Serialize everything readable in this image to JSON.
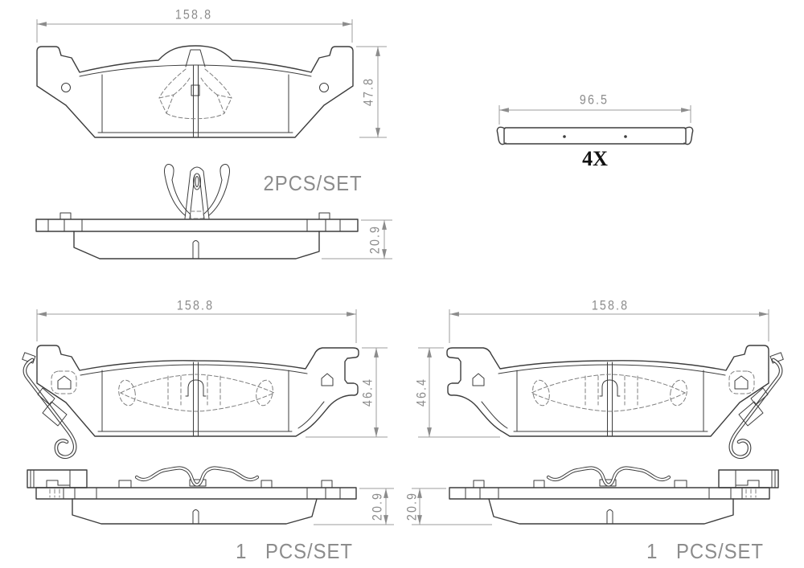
{
  "sheet": {
    "views": {
      "pad_assembly": {
        "width": "158.8",
        "height": "47.8",
        "thickness": "20.9",
        "set_label": "2PCS/SET"
      },
      "shim": {
        "width": "96.5",
        "quantity_label": "4X"
      },
      "pad_left": {
        "width": "158.8",
        "height": "46.4",
        "thickness": "20.9",
        "set_label": "1   PCS/SET"
      },
      "pad_right": {
        "width": "158.8",
        "height": "46.4",
        "thickness": "20.9",
        "set_label": "1   PCS/SET"
      }
    },
    "colors": {
      "background": "#ffffff",
      "part_outline": "#3d3d3d",
      "hidden_line": "#7f7f7f",
      "dimension": "#8c8c8c",
      "quantity_text": "#111111"
    }
  }
}
